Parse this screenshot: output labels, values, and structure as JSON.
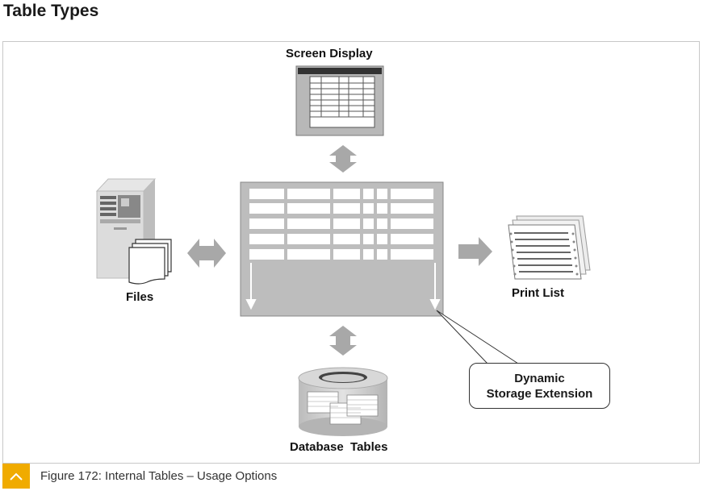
{
  "page": {
    "title": "Table Types"
  },
  "diagram": {
    "labels": {
      "screen_display": "Screen Display",
      "files": "Files",
      "print_list": "Print List",
      "database_tables": "Database  Tables"
    },
    "callout": {
      "line1": "Dynamic",
      "line2": "Storage Extension"
    }
  },
  "caption": {
    "text": "Figure 172: Internal Tables – Usage Options",
    "icon": "chevron-up-icon"
  },
  "colors": {
    "accent": "#f0ab00",
    "arrow_gray": "#a8a8a8",
    "table_gray": "#bdbdbd"
  }
}
